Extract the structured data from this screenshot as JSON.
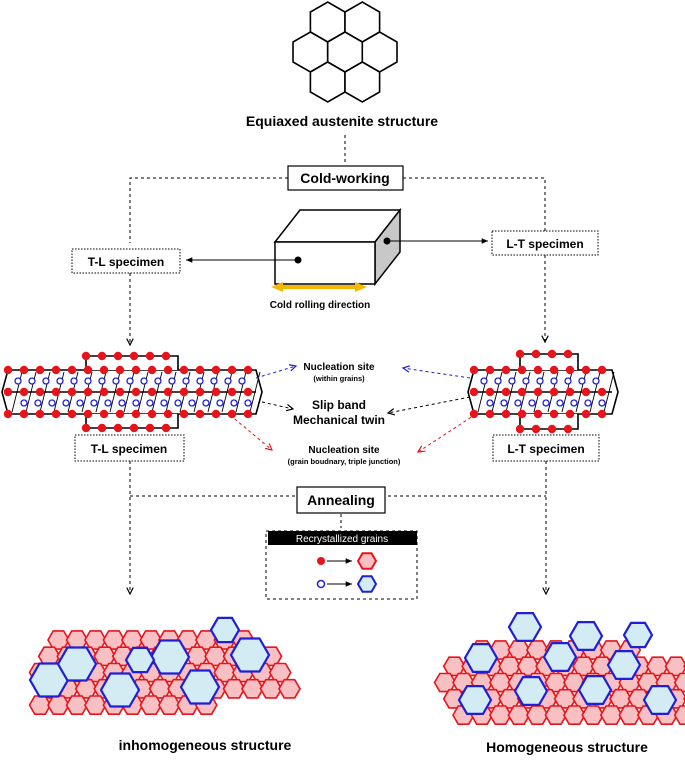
{
  "top": {
    "label": "Equiaxed austenite structure"
  },
  "process": {
    "cold_working": "Cold-working",
    "annealing": "Annealing"
  },
  "specimens": {
    "tl_top": "T-L specimen",
    "lt_top": "L-T specimen",
    "tl_mid": "T-L specimen",
    "lt_mid": "L-T specimen"
  },
  "rolling": {
    "label": "Cold rolling direction",
    "arrow_color": "#f5b800"
  },
  "sites": {
    "within_title": "Nucleation site",
    "within_sub": "(within grains)",
    "slip_1": "Slip band",
    "slip_2": "Mechanical twin",
    "gb_title": "Nucleation site",
    "gb_sub": "(grain boudnary, triple junction)"
  },
  "legend": {
    "title": "Recrystallized grains",
    "red_color": "#e8141b",
    "blue_color": "#1f1fd6"
  },
  "results": {
    "left": "inhomogeneous structure",
    "right": "Homogeneous structure"
  },
  "colors": {
    "red_fill": "#f9c0c4",
    "blue_fill": "#d3ecf4",
    "block_side": "#c8c8c8"
  }
}
